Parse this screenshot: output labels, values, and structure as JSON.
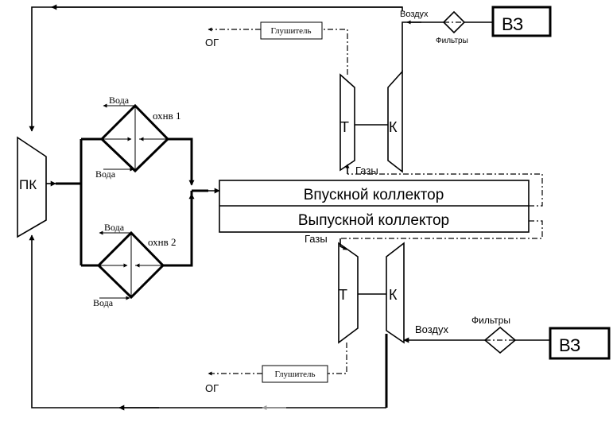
{
  "labels": {
    "pk": "ПК",
    "water": "Вода",
    "cooler1": "охнв 1",
    "cooler2": "охнв 2",
    "muffler": "Глушитель",
    "exhaust_out": "ОГ",
    "air": "Воздух",
    "filters": "Фильтры",
    "air_intake": "ВЗ",
    "turbine": "Т",
    "compressor": "К",
    "gases": "Газы",
    "intake_manifold": "Впускной коллектор",
    "exhaust_manifold": "Выпускной коллектор"
  }
}
